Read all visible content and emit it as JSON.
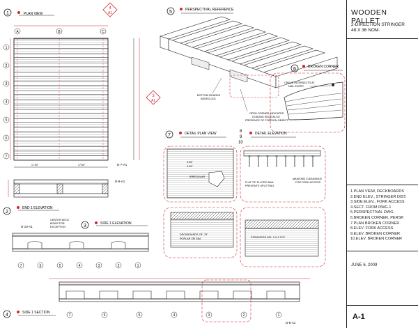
{
  "title_block": {
    "title": "WOODEN PALLET",
    "subtitle_line1": "2-DIRECTION STRINGER",
    "subtitle_line2": "48 X 36 NOM.",
    "sheet_list": [
      "1.PLAN VIEW, DECKBOARDS",
      "2.END ELEV., STRINGER DIST.",
      "3.SIDE ELEV., FORK ACCESS",
      "4.SECT. FROM DWG.1",
      "5.PERSPECTIVAL DWG.",
      "6.BROKEN CORNER, PERSP.",
      "7.PLAN BROKEN CORNER",
      "8.ELEV. FORK ACCESS",
      "9.ELEV. BROKEN CORNER",
      "10.ELEV. BROKEN CORNER"
    ],
    "date": "JUNE 6, 2009",
    "sheet_number": "A-1"
  },
  "views": {
    "plan": {
      "number": "1",
      "label": "PLAN VIEW"
    },
    "perspective": {
      "number": "5",
      "label": "PERSPECTIVAL REFERENCE"
    },
    "broken_corner": {
      "number": "6",
      "label": "BROKEN CORNER"
    },
    "detail_plan": {
      "number": "7",
      "label": "DETAIL PLAN VIEW"
    },
    "detail_elev": {
      "numbers": [
        "8",
        "9",
        "10"
      ],
      "label": "DETAIL ELEVATION"
    },
    "end_elev": {
      "number": "2",
      "label": "END 1 ELEVATION"
    },
    "side_elev": {
      "number": "3",
      "label": "SIDE 1 ELEVATION"
    },
    "side_section": {
      "number": "4",
      "label": "SIDE 1 SECTION"
    }
  },
  "section_marks": {
    "top": {
      "num": "4",
      "sheet": "A1"
    },
    "mid": {
      "num": "3",
      "sheet": "A1"
    },
    "d7": "D-7-A1",
    "d8": "D-8-A1",
    "d9": "D-9-A1",
    "d10": "D-10-A1"
  },
  "grid_letters": [
    "A",
    "B",
    "C"
  ],
  "grid_numbers": [
    "1",
    "2",
    "3",
    "4",
    "5",
    "6",
    "7"
  ],
  "notes": {
    "bottom_boards": [
      "BOTTOM BOARDS",
      "ADDED (X2)"
    ],
    "open_corner": [
      "OPEN CORNER INDICATES",
      "LEADING EDGE/ALSO",
      "PRESENCE OF FOREIGN OBJECT"
    ],
    "crack": [
      "CRACK INTERSECTS AT",
      "NAIL ENTRY"
    ],
    "irregular": [
      "0.06\"",
      "0.09\"",
      "IRREGULAR"
    ],
    "flat_tip": [
      "FLAT TIP FLUTED NAIL",
      "PREVENTS SPLITTING"
    ],
    "clearance": [
      "MAINTAIN CLEARANCE",
      "FOR FORK ACCESS"
    ],
    "deckboards": [
      "DECKBOARDS OF .75\"",
      "POPLAR OR SIM."
    ],
    "stringers": "STRINGERS WD. 3 X 4 TYP.",
    "center_deck": [
      "CENTER DECK",
      "BOWS FOR",
      "EXCEPTION"
    ]
  },
  "colors": {
    "line": "#222222",
    "red": "#d0262e"
  }
}
